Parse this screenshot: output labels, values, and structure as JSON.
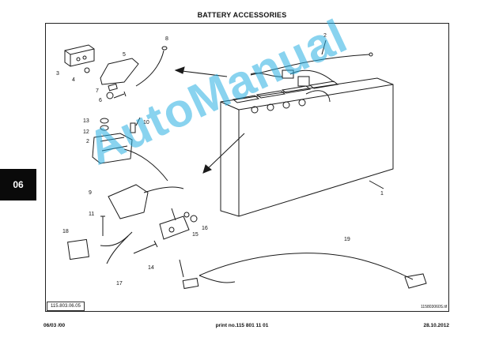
{
  "page": {
    "title": "BATTERY ACCESSORIES",
    "section": "06",
    "figure_ref": "115.803.06.05",
    "drawing_code": "115803060S.tif",
    "footer_left": "06/03 /00",
    "footer_center": "print no.115 801 11 01",
    "footer_right": "28.10.2012",
    "watermark": "AutoManual"
  },
  "callouts": [
    "1",
    "2",
    "2",
    "3",
    "4",
    "5",
    "6",
    "7",
    "8",
    "9",
    "10",
    "11",
    "12",
    "13",
    "14",
    "15",
    "16",
    "17",
    "18",
    "19"
  ],
  "colors": {
    "watermark": "#28afe1",
    "line": "#1a1a1a",
    "tab": "#0a0a0a"
  }
}
